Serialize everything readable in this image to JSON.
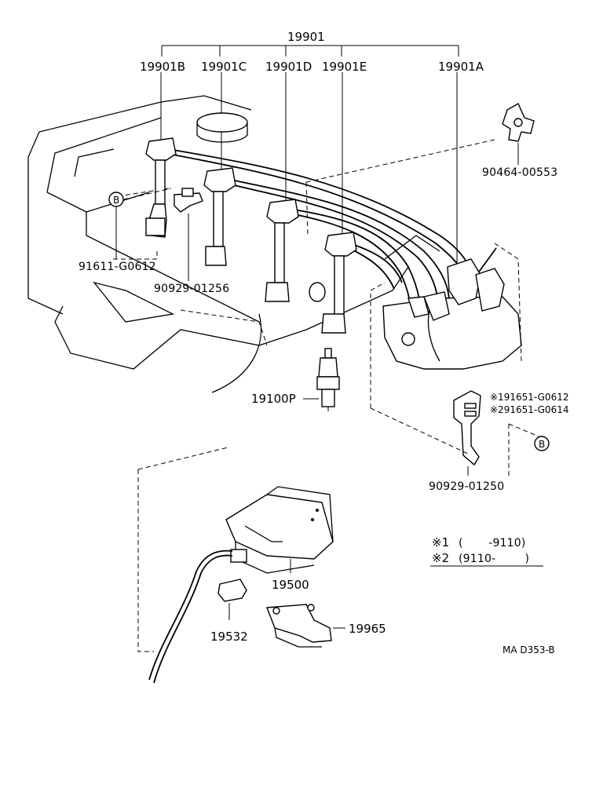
{
  "labels": {
    "set": "19901",
    "wire_b": "19901B",
    "wire_c": "19901C",
    "wire_d": "19901D",
    "wire_e": "19901E",
    "wire_a": "19901A",
    "clamp": "90464-00553",
    "bolt": "91611-G0612",
    "clamp_small": "90929-01256",
    "spark_plug": "19100P",
    "note1": "※191651-G0612",
    "note2": "※291651-G0614",
    "clamp_right": "90929-01250",
    "coil": "19500",
    "cord": "19532",
    "bracket": "19965",
    "ref_marker": "B",
    "drawing_code": "MA  D353-B"
  },
  "legend": {
    "row1_mark": "※1",
    "row1_text": "(       -9110)",
    "row2_mark": "※2",
    "row2_text": "(9110-        )"
  }
}
